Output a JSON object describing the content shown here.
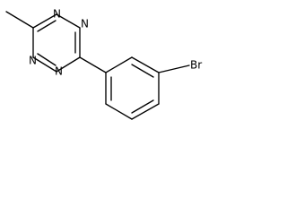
{
  "molecule": {
    "atoms": {
      "n1": "N",
      "n2": "N",
      "n3": "N",
      "n4": "N",
      "br": "Br"
    }
  }
}
